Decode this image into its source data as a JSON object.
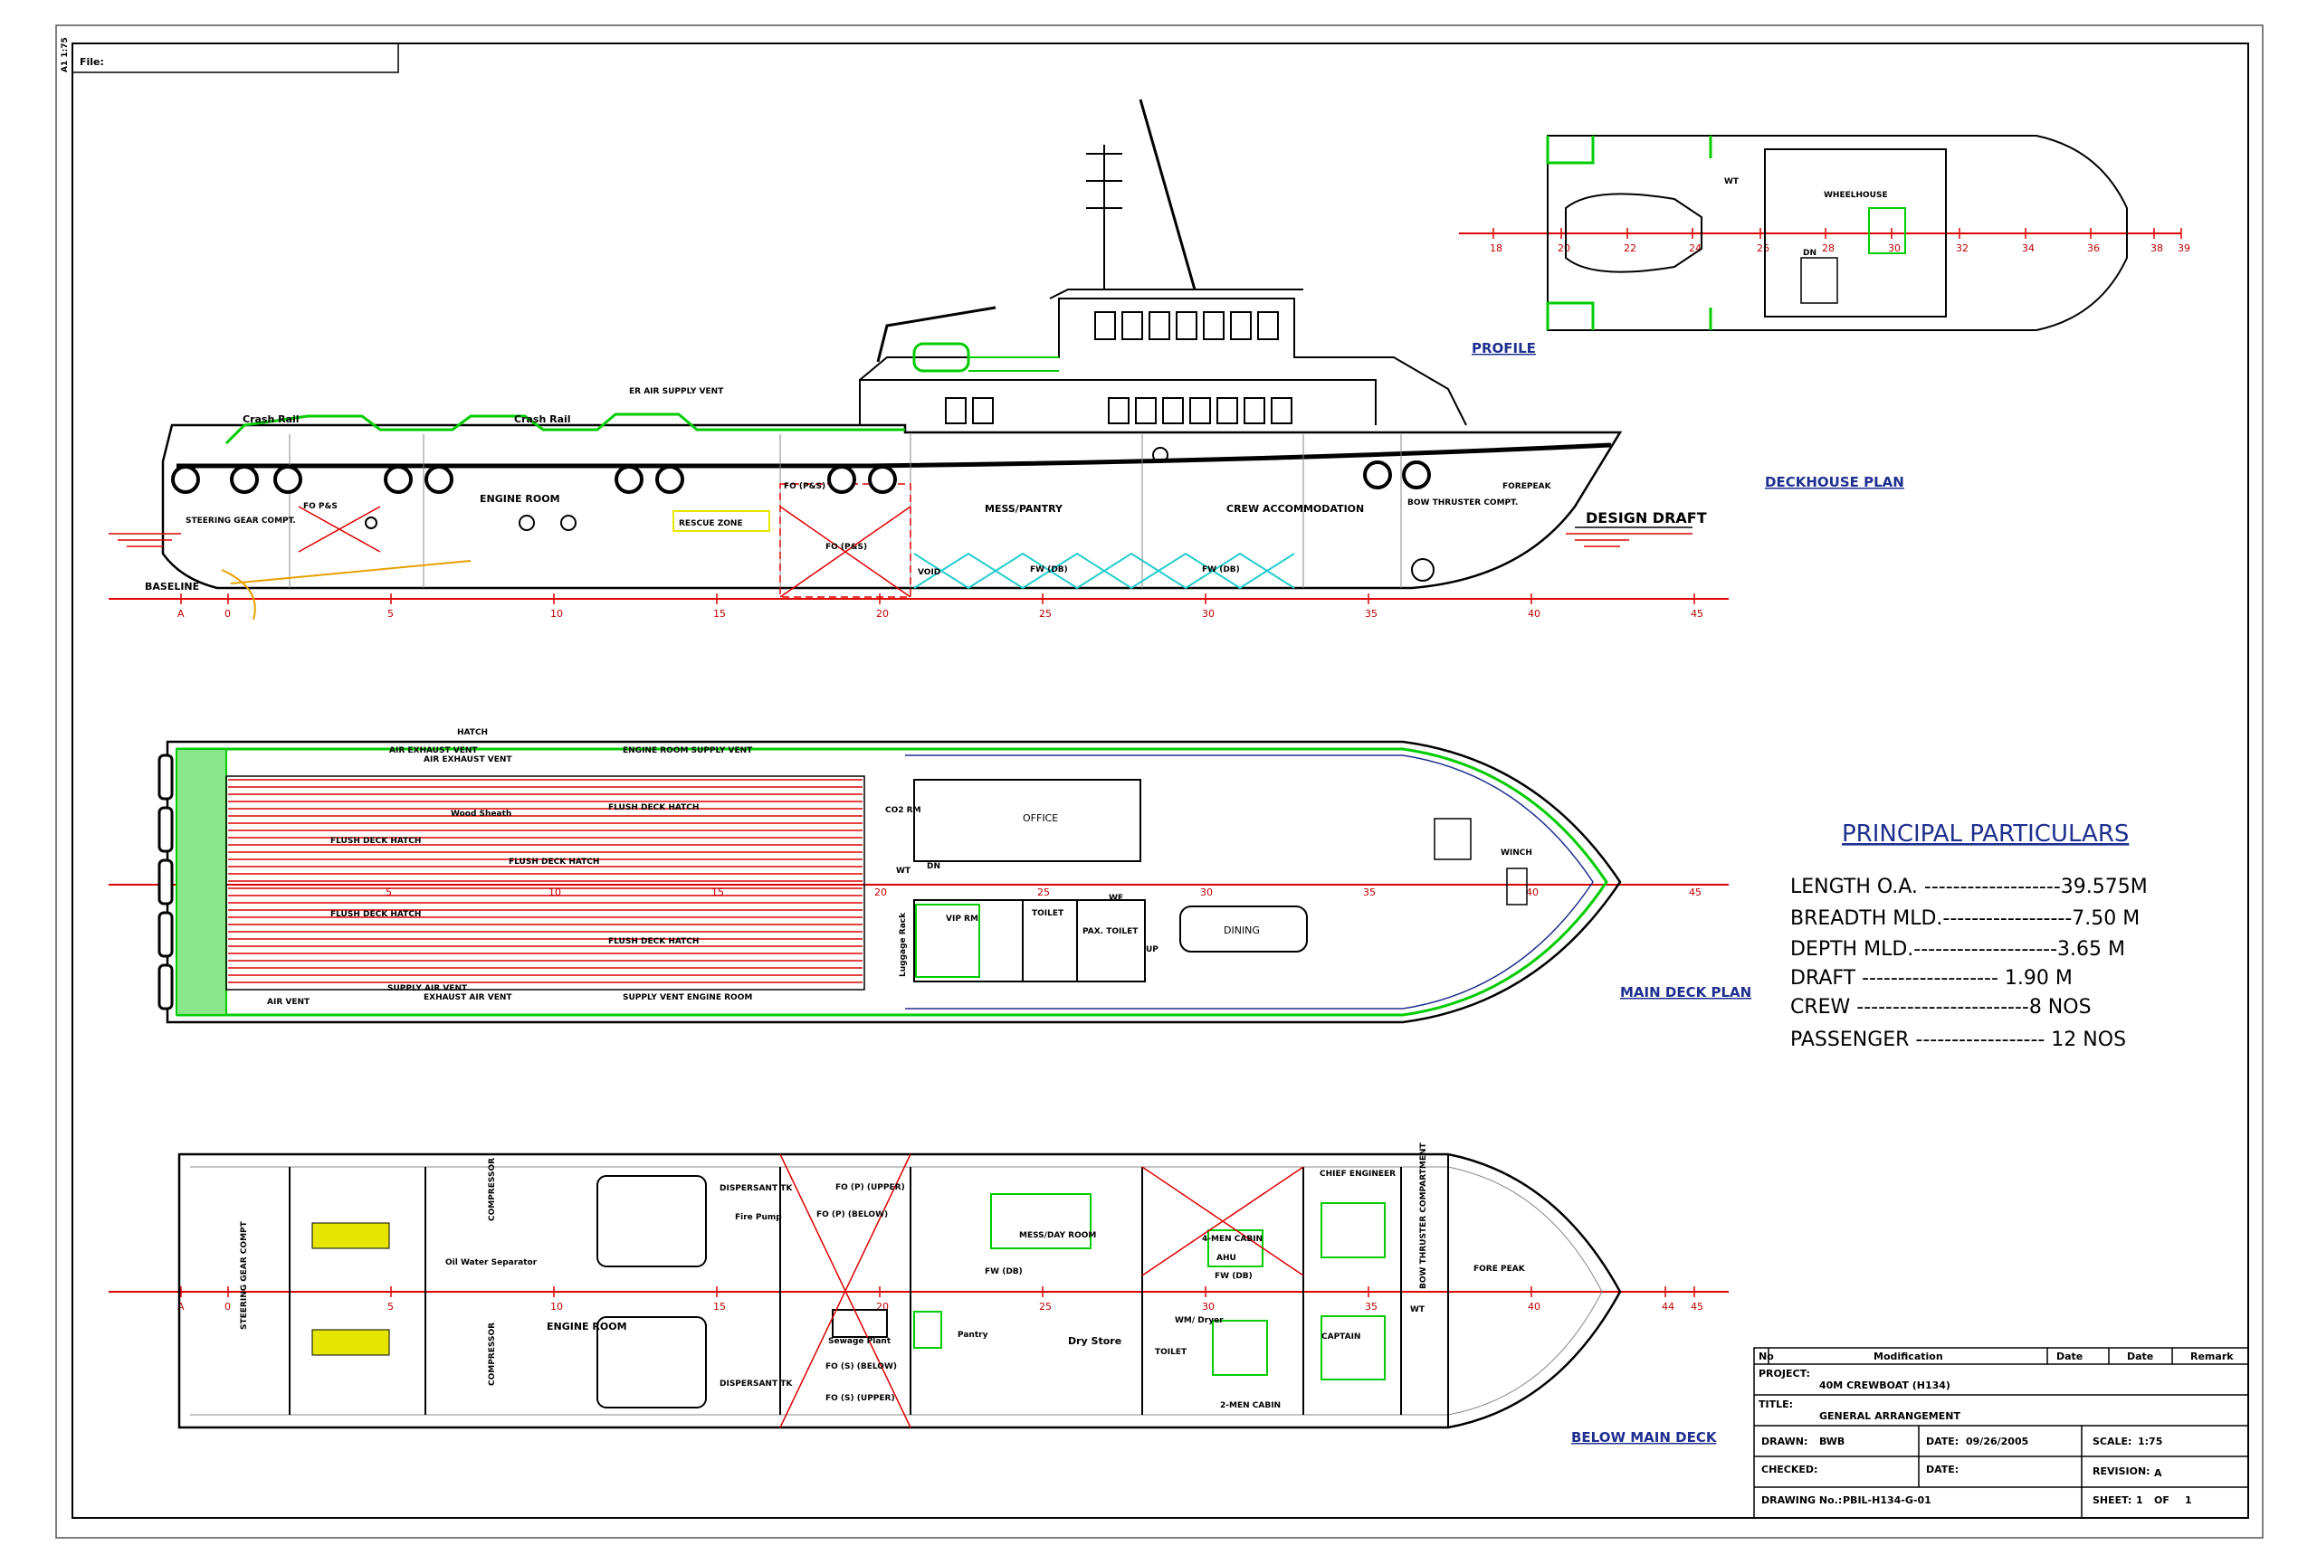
{
  "sheet": {
    "size_tag": "A1 1:75",
    "file_label": "File:"
  },
  "views": {
    "profile": "PROFILE",
    "deckhouse": "DECKHOUSE PLAN",
    "main_deck": "MAIN DECK PLAN",
    "below": "BELOW MAIN DECK"
  },
  "profile_labels": {
    "crash_rail_1": "Crash Rail",
    "crash_rail_2": "Crash Rail",
    "er_air": "ER AIR SUPPLY VENT",
    "steering": "STEERING GEAR COMPT.",
    "fo_ps_1": "FO P&S",
    "engine_room": "ENGINE ROOM",
    "rescue_zone": "RESCUE ZONE",
    "fo_ps_2": "FO (P&S)",
    "fo_ps_3": "FO (P&S)",
    "mess_pantry": "MESS/PANTRY",
    "crew_accom": "CREW ACCOMMODATION",
    "bow_thruster": "BOW THRUSTER COMPT.",
    "forepeak": "FOREPEAK",
    "design_draft": "DESIGN DRAFT",
    "baseline": "BASELINE",
    "void": "VOID",
    "fw_db_1": "FW (DB)",
    "fw_db_2": "FW (DB)",
    "ticks": [
      "A",
      "0",
      "5",
      "10",
      "15",
      "20",
      "25",
      "30",
      "35",
      "40",
      "45"
    ]
  },
  "deckhouse_labels": {
    "wheelhouse": "WHEELHOUSE",
    "wt": "WT",
    "dn": "DN",
    "ticks": [
      "18",
      "20",
      "22",
      "24",
      "26",
      "28",
      "30",
      "32",
      "34",
      "36",
      "38",
      "39"
    ]
  },
  "main_deck_labels": {
    "hatch": "HATCH",
    "air_exhaust_1": "AIR EXHAUST VENT",
    "air_exhaust_2": "AIR EXHAUST VENT",
    "engine_room_supply": "ENGINE ROOM SUPPLY VENT",
    "wood_sheath": "Wood Sheath",
    "flush_hatch_1": "FLUSH DECK HATCH",
    "flush_hatch_2": "FLUSH DECK HATCH",
    "flush_hatch_3": "FLUSH DECK HATCH",
    "flush_hatch_4": "FLUSH DECK HATCH",
    "flush_hatch_5": "FLUSH DECK HATCH",
    "supply_air": "SUPPLY AIR VENT",
    "exhaust_air": "EXHAUST AIR VENT",
    "supply_vent_er": "SUPPLY VENT ENGINE ROOM",
    "air_vent": "AIR VENT",
    "co2": "CO2 RM",
    "office": "OFFICE",
    "wt": "WT",
    "dn": "DN",
    "vip_rm": "VIP RM",
    "toilet": "TOILET",
    "pax_toilet": "PAX. TOILET",
    "we": "WE",
    "up": "UP",
    "dining": "DINING",
    "winch": "WINCH",
    "luggage": "Luggage Rack"
  },
  "below_labels": {
    "steering": "STEERING GEAR COMPT",
    "engine_room": "ENGINE ROOM",
    "dispersant_1": "DISPERSANT TK",
    "dispersant_2": "DISPERSANT TK",
    "fo_p_upper": "FO (P) (UPPER)",
    "fo_p_below": "FO (P) (BELOW)",
    "fo_s_below": "FO (S) (BELOW)",
    "fo_s_upper": "FO (S) (UPPER)",
    "sewage": "Sewage Plant",
    "fire_pump": "Fire Pump",
    "oil_water": "Oil Water Separator",
    "compressor_1": "COMPRESSOR",
    "compressor_2": "COMPRESSOR",
    "mess_day": "MESS/DAY ROOM",
    "pantry": "Pantry",
    "dry_store": "Dry Store",
    "toilet": "TOILET",
    "wm_dryer": "WM/ Dryer",
    "four_men": "4-MEN CABIN",
    "two_men": "2-MEN CABIN",
    "ahu": "AHU",
    "fw_db_1": "FW (DB)",
    "fw_db_2": "FW (DB)",
    "chief_eng": "CHIEF ENGINEER",
    "captain": "CAPTAIN",
    "bow_thruster": "BOW THRUSTER COMPARTMENT",
    "fore_peak": "FORE PEAK",
    "wt": "WT",
    "ticks": [
      "A",
      "0",
      "5",
      "10",
      "15",
      "20",
      "25",
      "30",
      "35",
      "40",
      "44",
      "45"
    ]
  },
  "principal": {
    "title": "PRINCIPAL PARTICULARS",
    "rows": [
      "LENGTH O.A. -------------------39.575M",
      "BREADTH MLD.------------------7.50  M",
      "DEPTH MLD.--------------------3.65 M",
      "DRAFT      ------------------- 1.90 M",
      "CREW ------------------------8 NOS",
      "PASSENGER ------------------ 12 NOS"
    ]
  },
  "title_block": {
    "h_no": "No",
    "h_mod": "Modification",
    "h_date": "Date",
    "h_date2": "Date",
    "h_remark": "Remark",
    "project_label": "PROJECT:",
    "project": "40M CREWBOAT (H134)",
    "title_label": "TITLE:",
    "title": "GENERAL ARRANGEMENT",
    "drawn_label": "DRAWN:",
    "drawn": "BWB",
    "date_label": "DATE:",
    "date": "09/26/2005",
    "scale_label": "SCALE:",
    "scale": "1:75",
    "checked_label": "CHECKED:",
    "date_label2": "DATE:",
    "revision_label": "REVISION:",
    "revision": "A",
    "drawing_label": "DRAWING No.:",
    "drawing_no": "PBIL-H134-G-01",
    "sheet_label": "SHEET:",
    "sheet": "1",
    "of_label": "OF",
    "of": "1"
  },
  "colors": {
    "line": "#000000",
    "green": "#00cc00",
    "red": "#dd0000",
    "cyan": "#22cccc",
    "blue": "#1f2f8f",
    "yellow": "#e6e600"
  }
}
